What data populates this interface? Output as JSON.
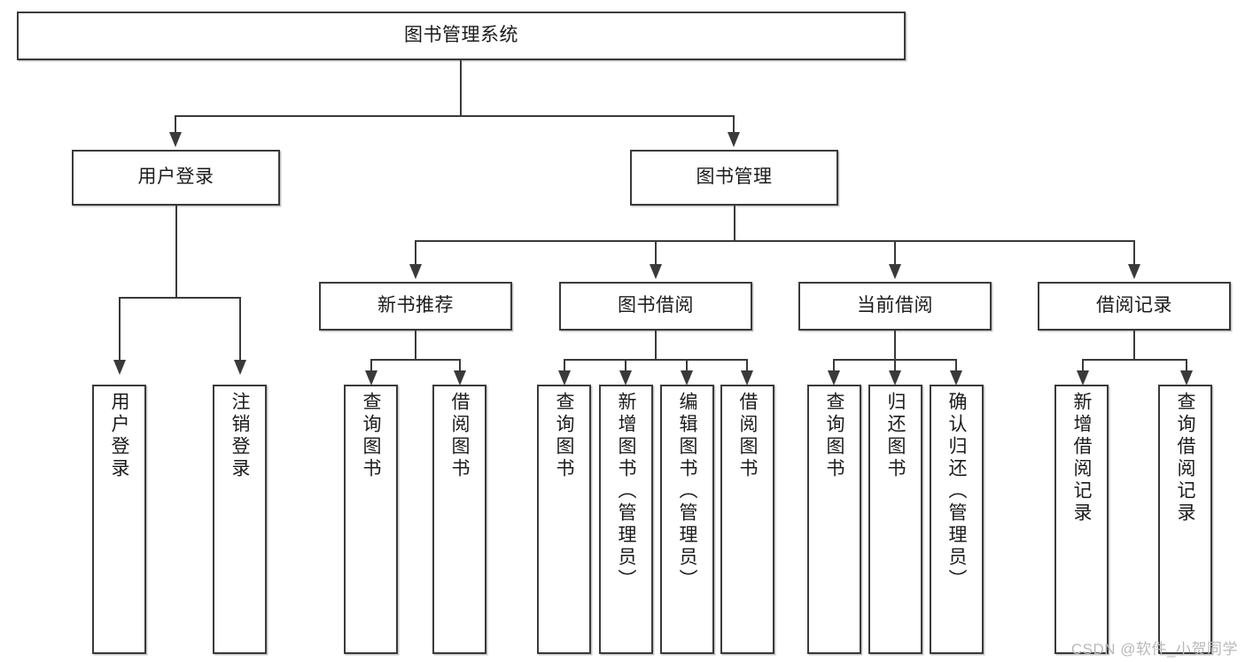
{
  "diagram": {
    "title": "图书管理系统",
    "type": "tree",
    "watermark": "CSDN @软件_小贺同学",
    "colors": {
      "stroke": "#3a3a3a",
      "fill": "#ffffff",
      "text": "#1b1b1b",
      "shadow": "#c9c9c9",
      "watermark": "#b9b9b9"
    },
    "levels": {
      "root": {
        "label": "图书管理系统"
      },
      "level1": [
        {
          "id": "user-login",
          "label": "用户登录"
        },
        {
          "id": "book-manage",
          "label": "图书管理"
        }
      ],
      "level2": [
        {
          "id": "new-book-rec",
          "label": "新书推荐"
        },
        {
          "id": "book-borrow",
          "label": "图书借阅"
        },
        {
          "id": "current-borrow",
          "label": "当前借阅"
        },
        {
          "id": "borrow-record",
          "label": "借阅记录"
        }
      ],
      "leaves": {
        "user-login": [
          {
            "id": "leaf-user-login",
            "label": "用户登录"
          },
          {
            "id": "leaf-logout",
            "label": "注销登录"
          }
        ],
        "new-book-rec": [
          {
            "id": "leaf-query-book-1",
            "label": "查询图书"
          },
          {
            "id": "leaf-borrow-book-1",
            "label": "借阅图书"
          }
        ],
        "book-borrow": [
          {
            "id": "leaf-query-book-2",
            "label": "查询图书"
          },
          {
            "id": "leaf-add-book",
            "label": "新增图书（管理员）"
          },
          {
            "id": "leaf-edit-book",
            "label": "编辑图书（管理员）"
          },
          {
            "id": "leaf-borrow-book-2",
            "label": "借阅图书"
          }
        ],
        "current-borrow": [
          {
            "id": "leaf-query-book-3",
            "label": "查询图书"
          },
          {
            "id": "leaf-return-book",
            "label": "归还图书"
          },
          {
            "id": "leaf-confirm-return",
            "label": "确认归还（管理员）"
          }
        ],
        "borrow-record": [
          {
            "id": "leaf-add-record",
            "label": "新增借阅记录"
          },
          {
            "id": "leaf-query-record",
            "label": "查询借阅记录"
          }
        ]
      }
    }
  }
}
